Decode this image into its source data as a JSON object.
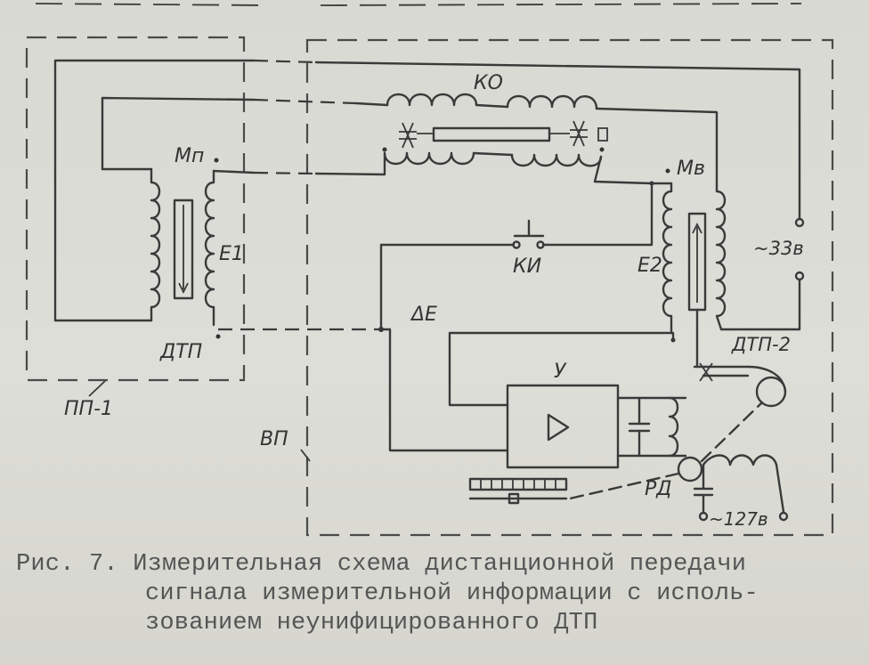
{
  "labels": {
    "ko": "КО",
    "mn": "Мп",
    "mv": "Мв",
    "e1": "E1",
    "e2": "E2",
    "ki": "КИ",
    "de": "ΔE",
    "dtp": "ДТП",
    "dtp2": "ДТП-2",
    "u": "У",
    "pp1": "ПП-1",
    "vp": "ВП",
    "rd": "РД",
    "v33": "~33в",
    "v127": "~127в"
  },
  "caption": {
    "line1": "Рис. 7. Измерительная схема дистанционной передачи",
    "line2": "сигнала измерительной информации с исполь-",
    "line3": "зованием неунифицированного ДТП"
  }
}
